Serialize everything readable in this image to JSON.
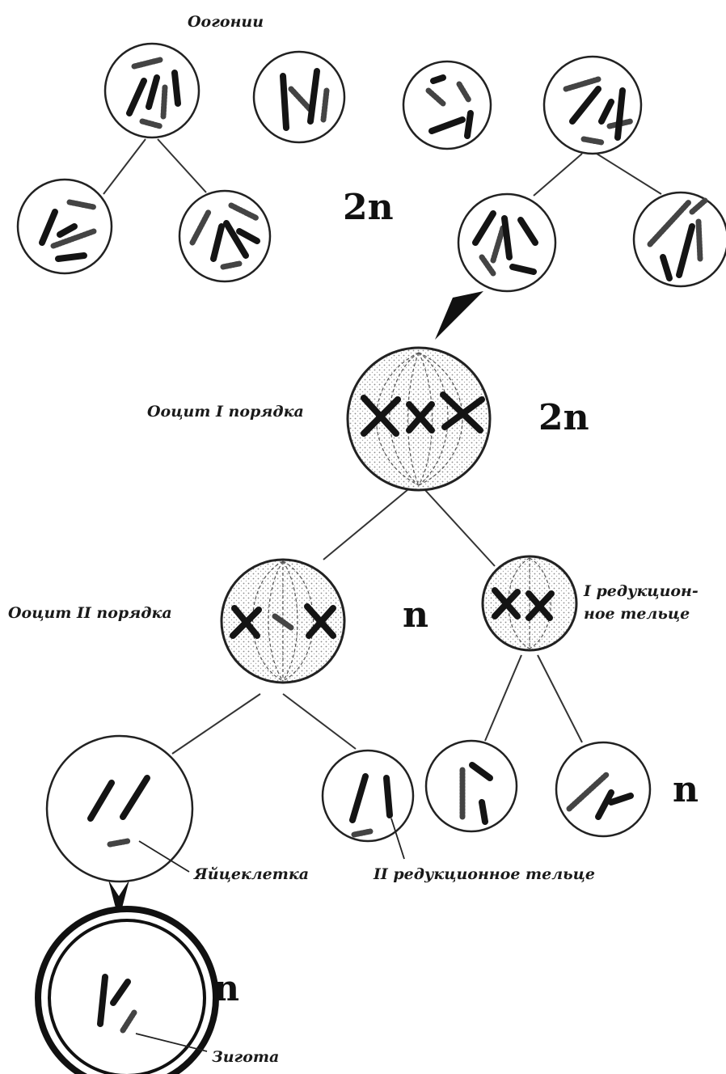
{
  "labels": {
    "oogonia": "Оогонии",
    "oocyte1": "Ооцит I порядка",
    "oocyte2": "Ооцит II порядка",
    "polar1_line1": "I редукцион-",
    "polar1_line2": "ное тельце",
    "egg": "Яйцеклетка",
    "polar2": "II редукционное тельце",
    "zygote": "Зигота"
  },
  "ploidy": {
    "oogonia": "2n",
    "oocyte1": "2n",
    "oocyte2": "n",
    "polar2_cells": "n",
    "zygote": "n"
  }
}
